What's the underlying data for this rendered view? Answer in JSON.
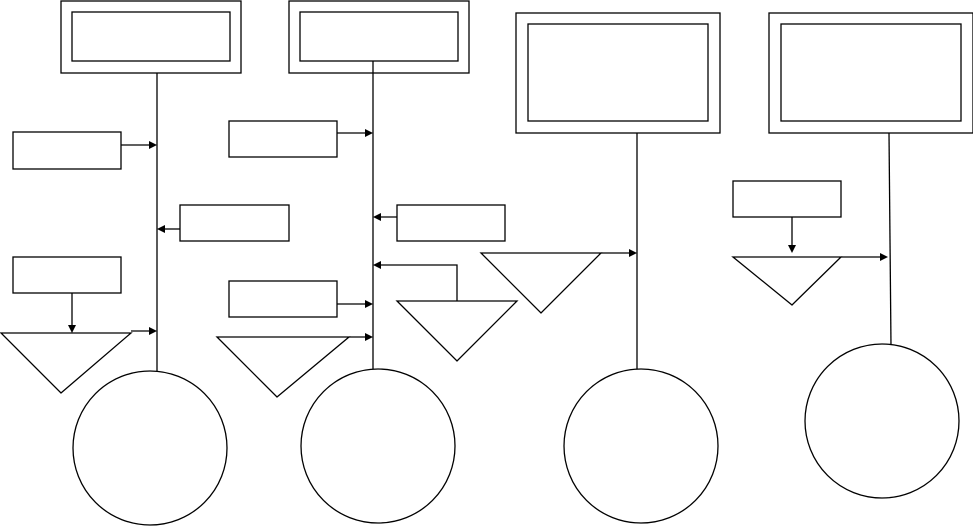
{
  "diagram": {
    "type": "flow-diagram",
    "text_labels": [],
    "colors": {
      "stroke": "#000000",
      "fill": "#ffffff"
    },
    "column_count": 4,
    "shape_kinds": [
      "double-border-box",
      "box",
      "triangle",
      "circle",
      "arrow",
      "connector-line"
    ]
  }
}
